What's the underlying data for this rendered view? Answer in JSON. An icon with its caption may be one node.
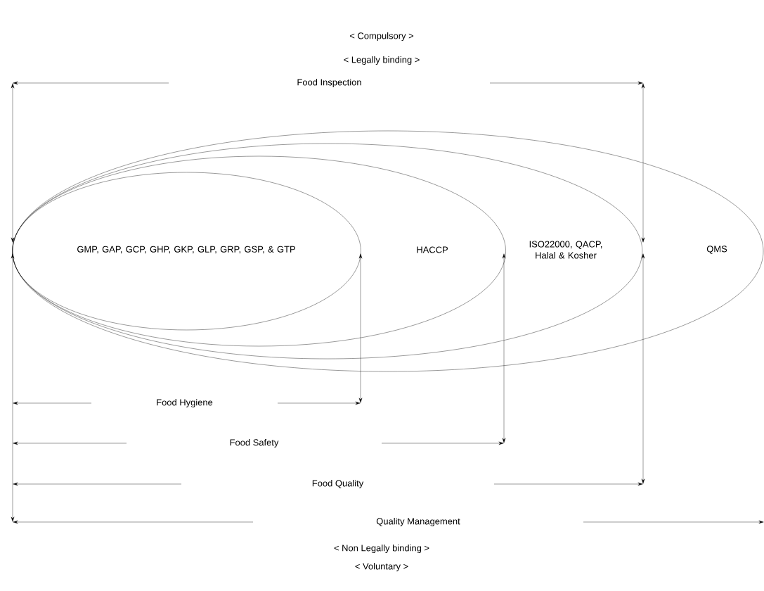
{
  "diagram": {
    "nodes": [
      {
        "text": [
          "QMS"
        ]
      },
      {
        "text": [
          "ISO22000, QACP, Halal & Kosher"
        ],
        "in": 0
      },
      {
        "text": [
          "HACCP"
        ],
        "in": 1
      },
      {
        "text": [
          "GMP, GAP, GCP, GHP, GKP, GLP, GRP, GSP, & GTP"
        ],
        "in": 2
      }
    ],
    "labels": [
      "< Compulsory >",
      "< Legally binding >",
      "Food Inspection",
      "Food Hygiene",
      "Food Safety",
      "Food Quality",
      "Quality Management",
      "< Non Legally binding >",
      "< Voluntary >"
    ]
  }
}
